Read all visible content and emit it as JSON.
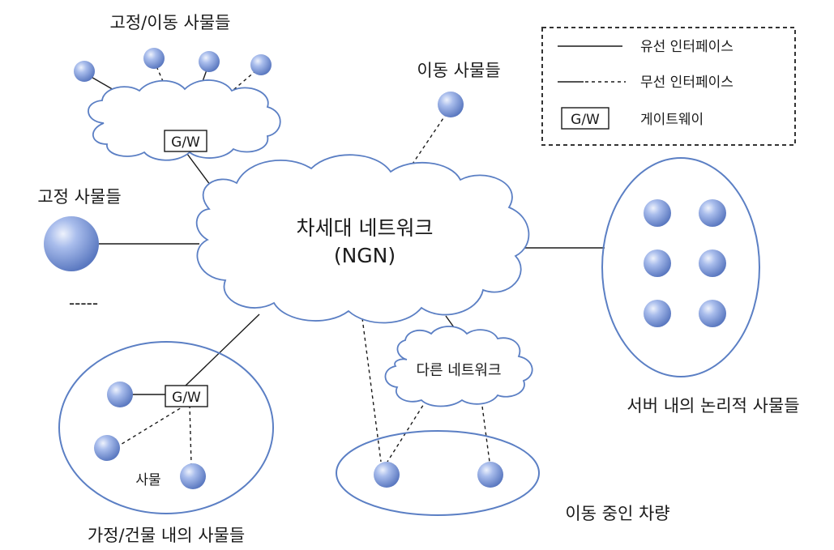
{
  "title": "",
  "core_network": {
    "label": "차세대 네트워크",
    "sublabel": "(NGN)"
  },
  "other_network": {
    "label": "다른 네트워크"
  },
  "gateway_label": "G/W",
  "groups": {
    "top_left": {
      "label": "고정/이동 사물들"
    },
    "mobile": {
      "label": "이동 사물들"
    },
    "fixed": {
      "label": "고정 사물들"
    },
    "ellipsis": "-----",
    "home": {
      "label": "가정/건물 내의 사물들",
      "thing_label": "사물"
    },
    "vehicle": {
      "label": "이동 중인 차량"
    },
    "server": {
      "label": "서버 내의 논리적 사물들"
    }
  },
  "legend": {
    "wired": "유선 인터페이스",
    "wireless": "무선 인터페이스",
    "gateway": "게이트웨이"
  },
  "colors": {
    "node": "#7f9bd8",
    "outline": "#5b7fc4"
  }
}
